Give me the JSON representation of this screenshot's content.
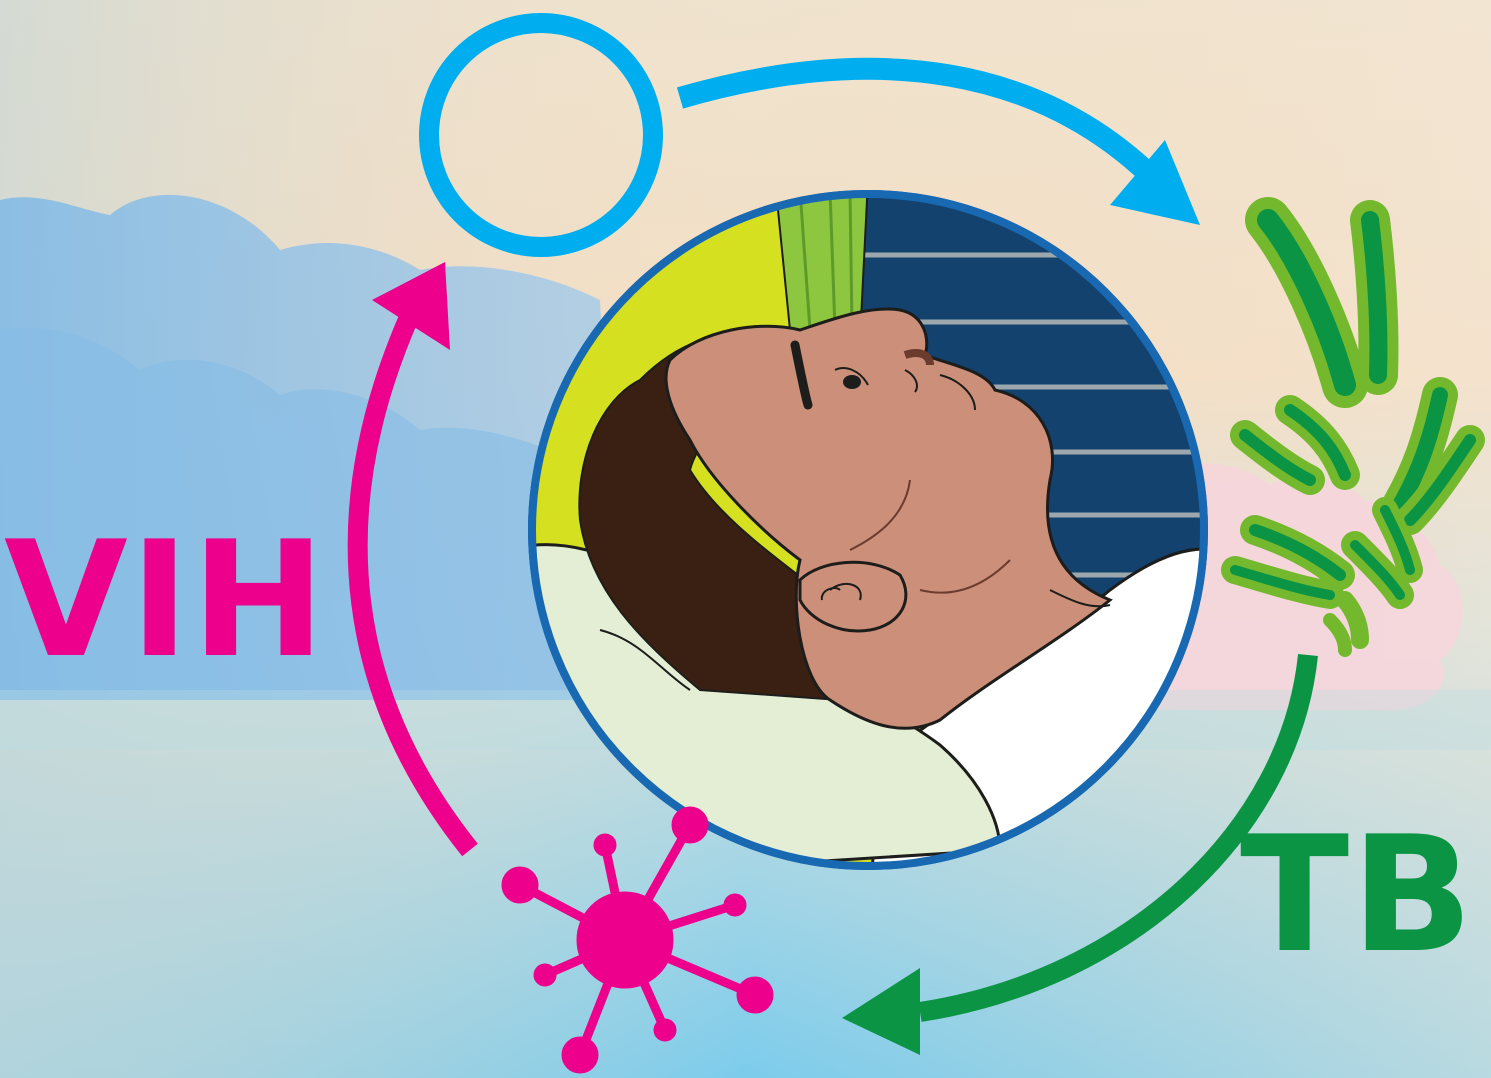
{
  "labels": {
    "hiv": "VIH",
    "tb": "TB"
  },
  "colors": {
    "hiv": "#EC008C",
    "tb": "#0B9444",
    "cycle_blue": "#00AEEF",
    "bacteria_dark": "#74B82E",
    "bacteria_light": "#A6D04B",
    "sky_top": "#F5DEC3",
    "sky_bottom": "#78CDEE",
    "skin": "#CC8F7A",
    "hair": "#3A2013",
    "pillow": "#E4EED5",
    "curtain": "#14426E",
    "wall": "#D5E021"
  },
  "icons": {
    "person": "sick-person-in-bed",
    "hiv": "virus-icon",
    "tb": "bacteria-icon",
    "empty": "empty-circle-icon"
  }
}
